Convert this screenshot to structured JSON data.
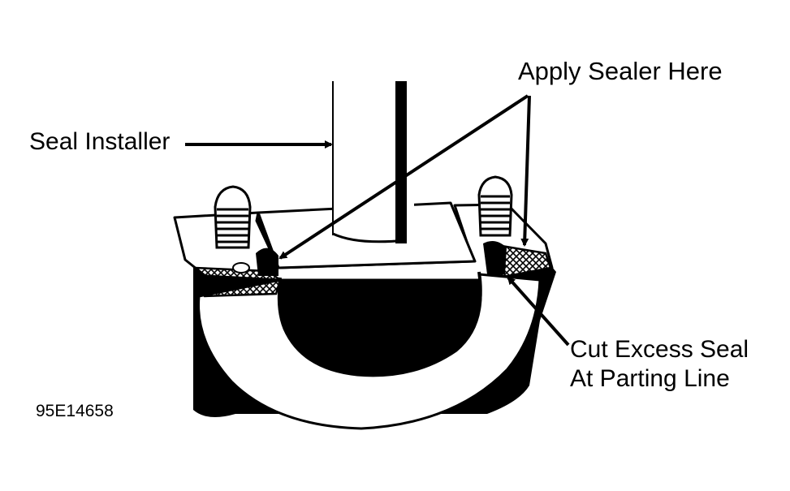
{
  "labels": {
    "apply_sealer": "Apply Sealer Here",
    "seal_installer": "Seal Installer",
    "cut_excess_line1": "Cut Excess Seal",
    "cut_excess_line2": "At Parting Line",
    "figure_id": "95E14658"
  },
  "colors": {
    "ink": "#000000",
    "paper": "#ffffff"
  }
}
